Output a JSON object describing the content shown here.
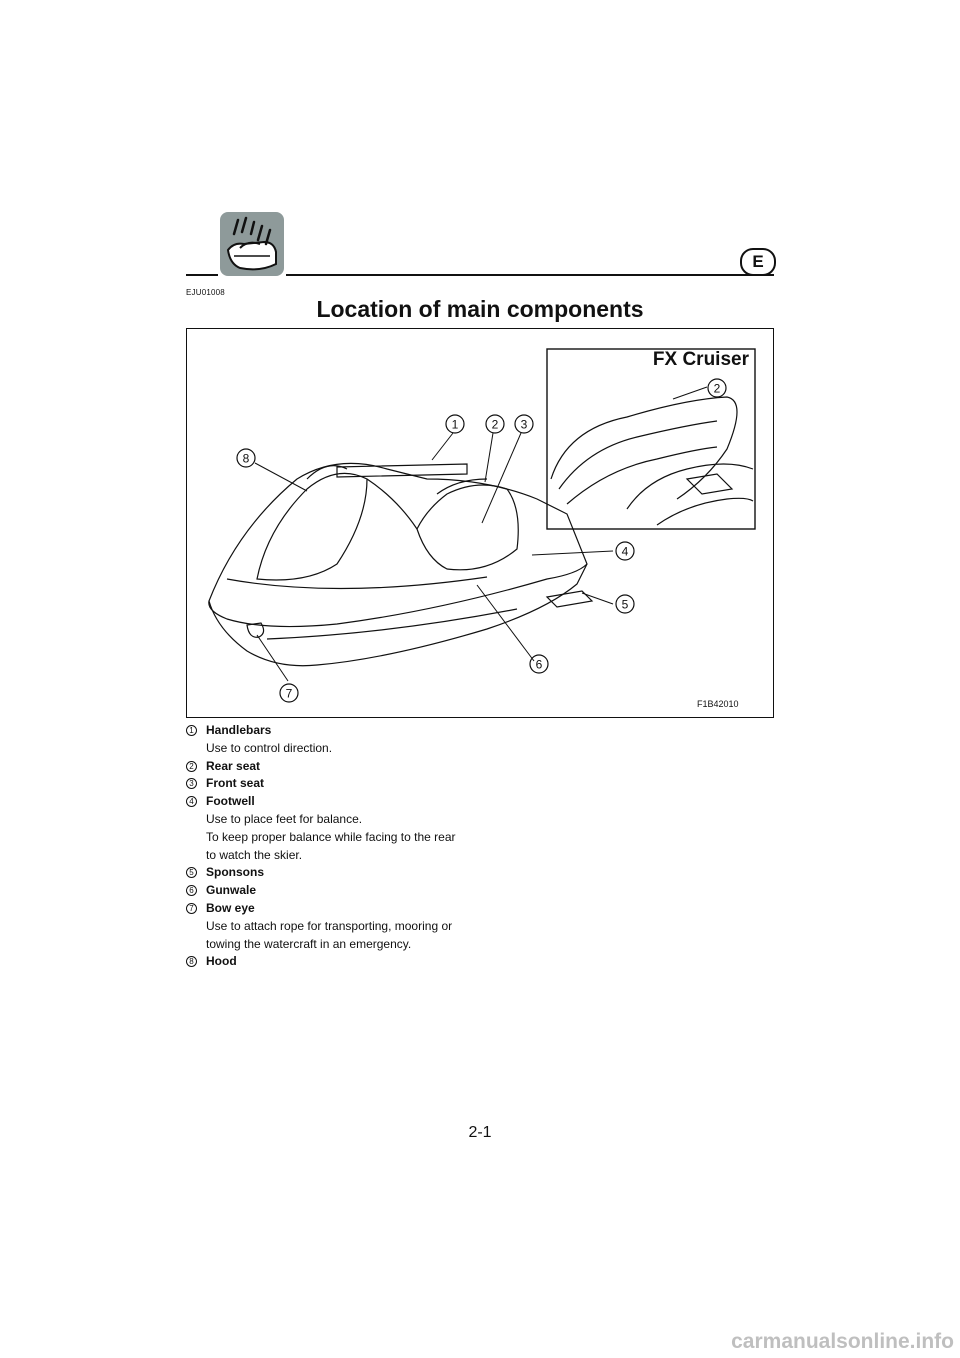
{
  "header": {
    "language_badge": "E",
    "doc_code": "EJU01008",
    "section_icon": "watercraft-section-icon"
  },
  "page_title": "Location of main components",
  "figure": {
    "inset_label": "FX Cruiser",
    "figure_code": "F1B42010",
    "callouts": [
      "1",
      "2",
      "3",
      "4",
      "5",
      "6",
      "7",
      "8"
    ],
    "inset_callout": "2"
  },
  "legend": [
    {
      "num": "1",
      "name": "Handlebars",
      "desc": [
        "Use to control direction."
      ]
    },
    {
      "num": "2",
      "name": "Rear seat",
      "desc": []
    },
    {
      "num": "3",
      "name": "Front seat",
      "desc": []
    },
    {
      "num": "4",
      "name": "Footwell",
      "desc": [
        "Use to place feet for balance.",
        "To keep proper balance while facing to the rear",
        "to watch the skier."
      ]
    },
    {
      "num": "5",
      "name": "Sponsons",
      "desc": []
    },
    {
      "num": "6",
      "name": "Gunwale",
      "desc": []
    },
    {
      "num": "7",
      "name": "Bow eye",
      "desc": [
        "Use to attach rope for transporting, mooring or",
        "towing the watercraft in an emergency."
      ]
    },
    {
      "num": "8",
      "name": "Hood",
      "desc": []
    }
  ],
  "page_number": "2-1",
  "watermark": "carmanualsonline.info"
}
